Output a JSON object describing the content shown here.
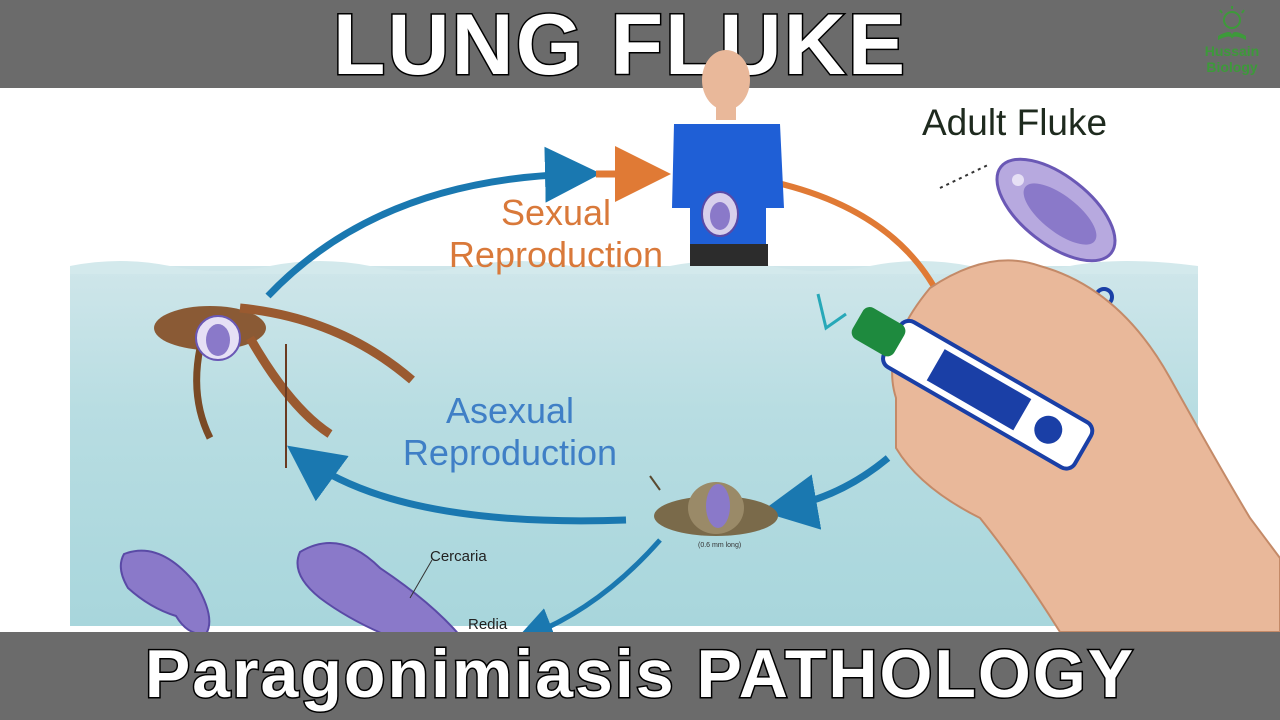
{
  "header": {
    "title": "LUNG FLUKE"
  },
  "logo": {
    "line1": "Hussain",
    "line2": "Biology",
    "color": "#3d9a3a"
  },
  "diagram": {
    "sexual_label_line1": "Sexual",
    "sexual_label_line2": "Reproduction",
    "asexual_label_line1": "Asexual",
    "asexual_label_line2": "Reproduction",
    "adult_label": "Adult Fluke",
    "cercaria_label": "Cercaria",
    "redia_label": "Redia",
    "snail_size_label": "(0.6 mm long)",
    "colors": {
      "blue_arrow": "#1a78b0",
      "orange_arrow": "#e07a35",
      "fluke": "#8a79c9",
      "water": "#b8dde2"
    }
  },
  "footer": {
    "title": "Paragonimiasis PATHOLOGY"
  }
}
